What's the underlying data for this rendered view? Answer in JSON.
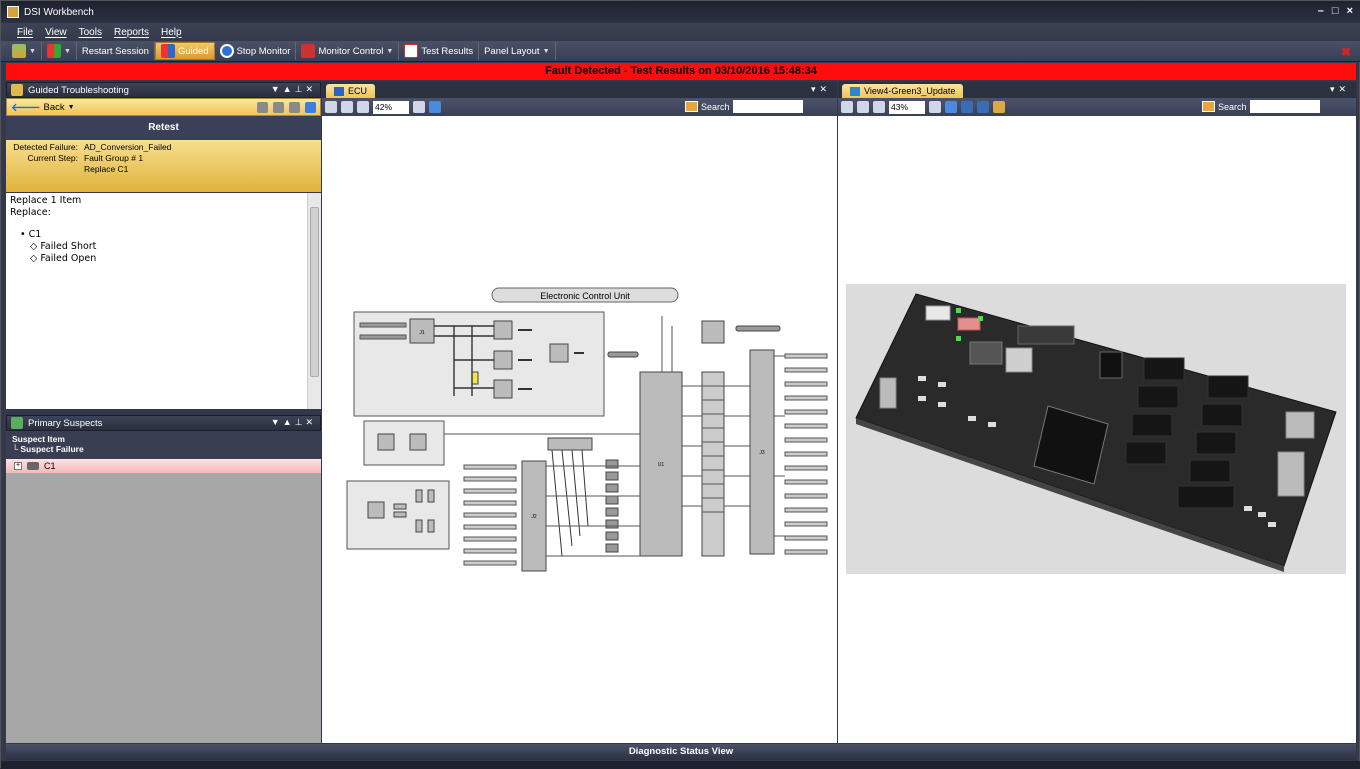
{
  "window": {
    "title": "DSI Workbench"
  },
  "menu": [
    "File",
    "View",
    "Tools",
    "Reports",
    "Help"
  ],
  "toolbar": {
    "restart_session": "Restart Session",
    "guided": "Guided",
    "stop_monitor": "Stop Monitor",
    "monitor_control": "Monitor Control",
    "test_results": "Test Results",
    "panel_layout": "Panel Layout"
  },
  "fault_banner": "Fault Detected - Test Results on 03/10/2016 15:48:34",
  "colors": {
    "fault": "#ff0c0c",
    "accent": "#efc359",
    "suspect_row": "#f6b8b8"
  },
  "guided": {
    "panel_title": "Guided Troubleshooting",
    "back_label": "Back",
    "retest": "Retest",
    "detected_failure_label": "Detected Failure:",
    "detected_failure_value": "AD_Conversion_Failed",
    "current_step_label": "Current Step:",
    "current_step_line1": "Fault Group # 1",
    "current_step_line2": "Replace C1",
    "instructions": {
      "line1": "Replace 1 Item",
      "line2": "Replace:",
      "item": "C1",
      "modes": [
        "Failed Short",
        "Failed Open"
      ]
    }
  },
  "suspects": {
    "panel_title": "Primary Suspects",
    "col1": "Suspect Item",
    "col2": "Suspect Failure",
    "rows": [
      {
        "item": "C1"
      }
    ]
  },
  "view1": {
    "tab": "ECU",
    "zoom": "42%",
    "search_label": "Search",
    "diagram": {
      "title": "Electronic Control Unit",
      "labels": {
        "j1": "J1",
        "j2": "J2",
        "j3": "J3",
        "u1": "U1"
      }
    }
  },
  "view2": {
    "tab": "View4-Green3_Update",
    "zoom": "43%",
    "search_label": "Search"
  },
  "status": {
    "title": "Diagnostic Status View"
  }
}
